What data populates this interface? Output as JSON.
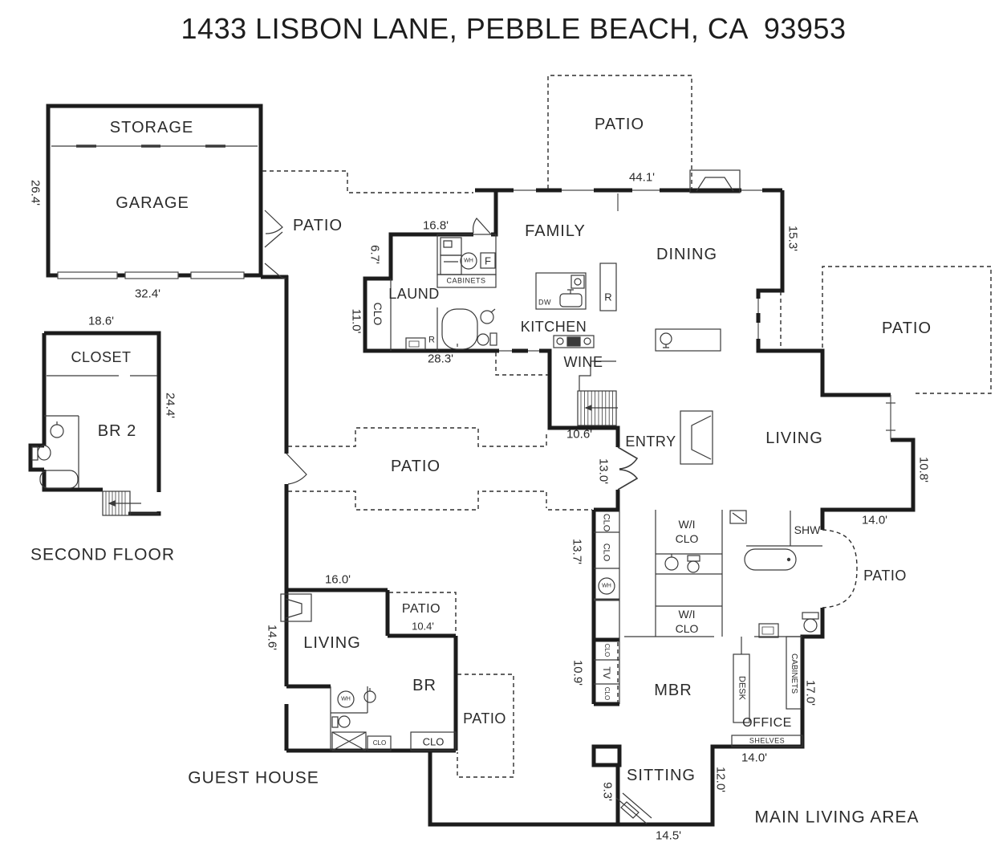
{
  "title": "1433 LISBON LANE, PEBBLE BEACH, CA  93953",
  "garage_block": {
    "storage": "STORAGE",
    "garage": "GARAGE",
    "depth": "26.4'",
    "width": "32.4'",
    "patio": "PATIO"
  },
  "second_floor": {
    "width": "18.6'",
    "closet": "CLOSET",
    "bedroom": "BR 2",
    "depth": "24.4'",
    "caption": "SECOND FLOOR"
  },
  "main_house": {
    "caption": "MAIN LIVING AREA",
    "rooms": {
      "family": "FAMILY",
      "dining": "DINING",
      "kitchen": "KITCHEN",
      "wine": "WINE",
      "laundry": "LAUND",
      "entry": "ENTRY",
      "living": "LIVING",
      "mbr": "MBR",
      "sitting": "SITTING",
      "office": "OFFICE"
    },
    "patios": {
      "top": "PATIO",
      "right": "PATIO",
      "center": "PATIO",
      "master": "PATIO"
    },
    "closets": {
      "laundry": "CLO",
      "hall_upper_1": "CLO",
      "hall_upper_2": "CLO",
      "tv_upper": "CLO",
      "tv_lower": "CLO",
      "wi_upper": "W/I CLO",
      "wi_lower": "W/I CLO"
    },
    "fixtures": {
      "wh_laundry": "WH",
      "wh_hall": "WH",
      "freezer": "F",
      "fridge": "R",
      "laundry_r": "R",
      "dw": "DW",
      "cabinets_laundry": "CABINETS",
      "cabinets_office": "CABINETS",
      "shelves": "SHELVES",
      "desk": "DESK",
      "tv": "TV",
      "shower": "SHW"
    },
    "dims": {
      "top": "44.1'",
      "right": "15.3'",
      "laundry_top": "16.8'",
      "laundry_left_upper": "6.7'",
      "laundry_left_lower": "11.0'",
      "laundry_bottom": "28.3'",
      "entry_width": "10.6'",
      "entry_height": "13.0'",
      "living_height": "10.8'",
      "living_width": "14.0'",
      "hall_upper": "13.7'",
      "hall_lower": "10.9'",
      "office_depth": "17.0'",
      "office_width": "14.0'",
      "sitting_depth": "12.0'",
      "sitting_side": "9.3'",
      "sitting_width": "14.5'"
    }
  },
  "guest_house": {
    "caption": "GUEST HOUSE",
    "living": "LIVING",
    "bedroom": "BR",
    "clo": "CLO",
    "clo_small": "CLO",
    "wh": "WH",
    "patios": {
      "front": "PATIO",
      "side": "PATIO"
    },
    "dims": {
      "width": "16.0'",
      "left": "14.6'",
      "patio": "10.4'"
    }
  }
}
